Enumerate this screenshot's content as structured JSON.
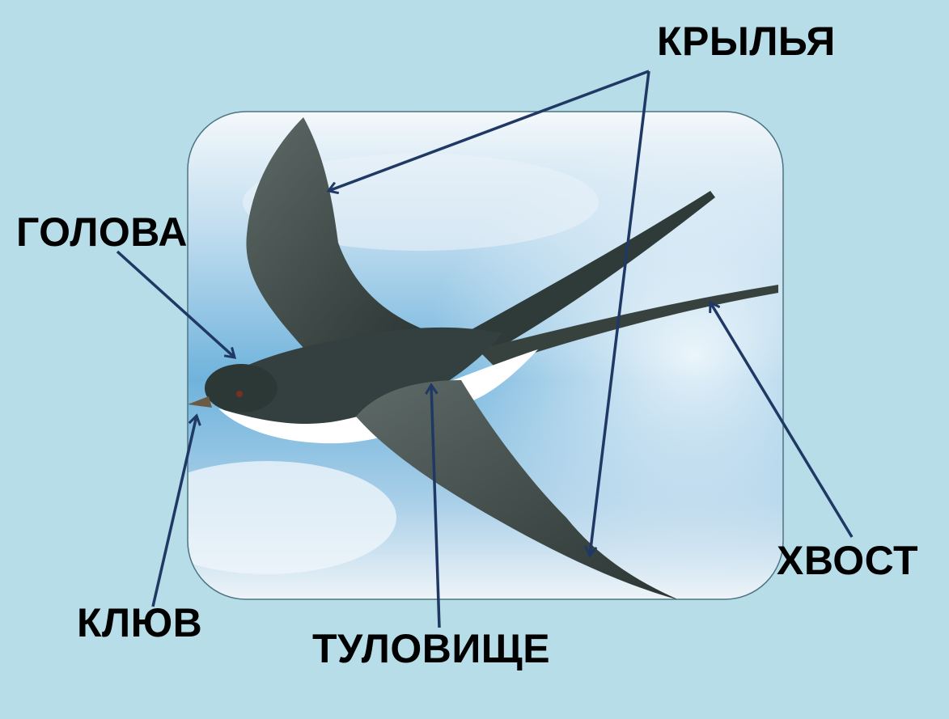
{
  "labels": {
    "wings": "КРЫЛЬЯ",
    "head": "ГОЛОВА",
    "tail": "ХВОСТ",
    "beak": "КЛЮВ",
    "body": "ТУЛОВИЩЕ"
  },
  "colors": {
    "background": "#b7dde8",
    "arrow": "#1f3864",
    "label": "#000000",
    "bird_dark": "#34403f",
    "bird_belly": "#ffffff",
    "sky": "#6fb3dc"
  }
}
